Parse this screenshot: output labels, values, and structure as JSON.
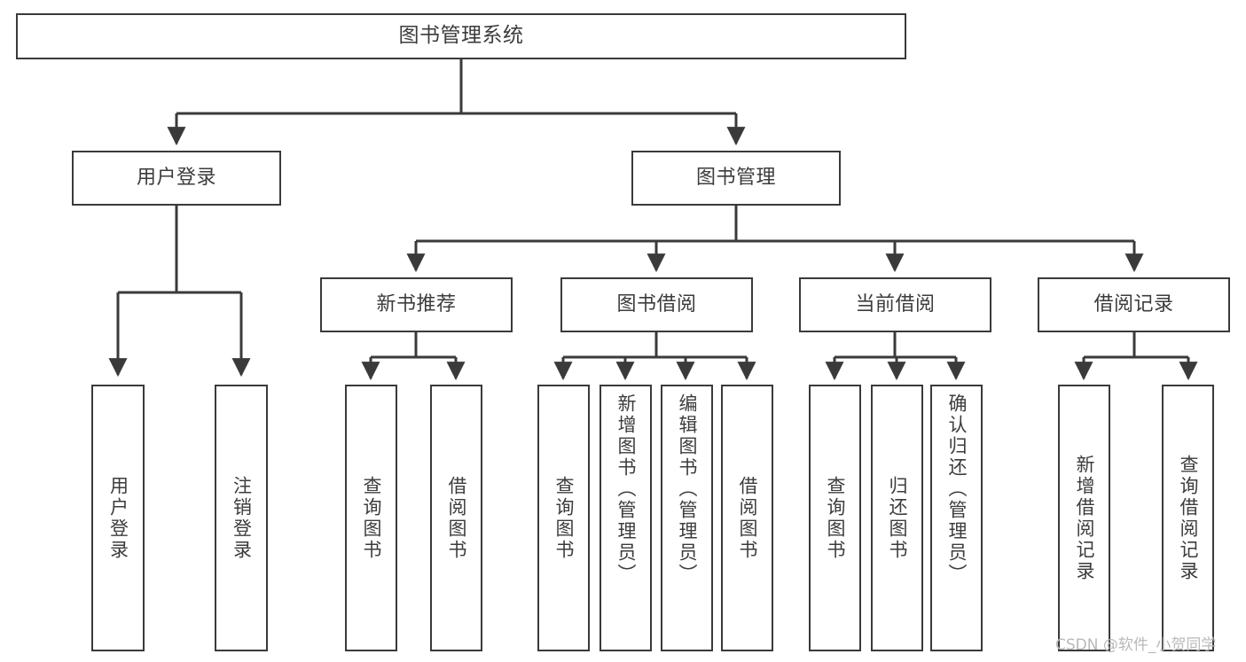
{
  "diagram": {
    "title": "图书管理系统",
    "watermark": "CSDN @软件_小贺同学",
    "accent_color": "#3a3a3a",
    "background_color": "#ffffff",
    "text_color": "#3c3c3c",
    "root": {
      "label": "图书管理系统"
    },
    "level2": [
      {
        "label": "用户登录"
      },
      {
        "label": "图书管理"
      }
    ],
    "level3": [
      {
        "label": "新书推荐"
      },
      {
        "label": "图书借阅"
      },
      {
        "label": "当前借阅"
      },
      {
        "label": "借阅记录"
      }
    ],
    "leaves": {
      "user_login": [
        {
          "label": "用户登录"
        },
        {
          "label": "注销登录"
        }
      ],
      "new_book": [
        {
          "label": "查询图书"
        },
        {
          "label": "借阅图书"
        }
      ],
      "book_borrow": [
        {
          "label": "查询图书"
        },
        {
          "label": "新增图书（管理员）"
        },
        {
          "label": "编辑图书（管理员）"
        },
        {
          "label": "借阅图书"
        }
      ],
      "current_borrow": [
        {
          "label": "查询图书"
        },
        {
          "label": "归还图书"
        },
        {
          "label": "确认归还（管理员）"
        }
      ],
      "borrow_record": [
        {
          "label": "新增借阅记录"
        },
        {
          "label": "查询借阅记录"
        }
      ]
    }
  }
}
